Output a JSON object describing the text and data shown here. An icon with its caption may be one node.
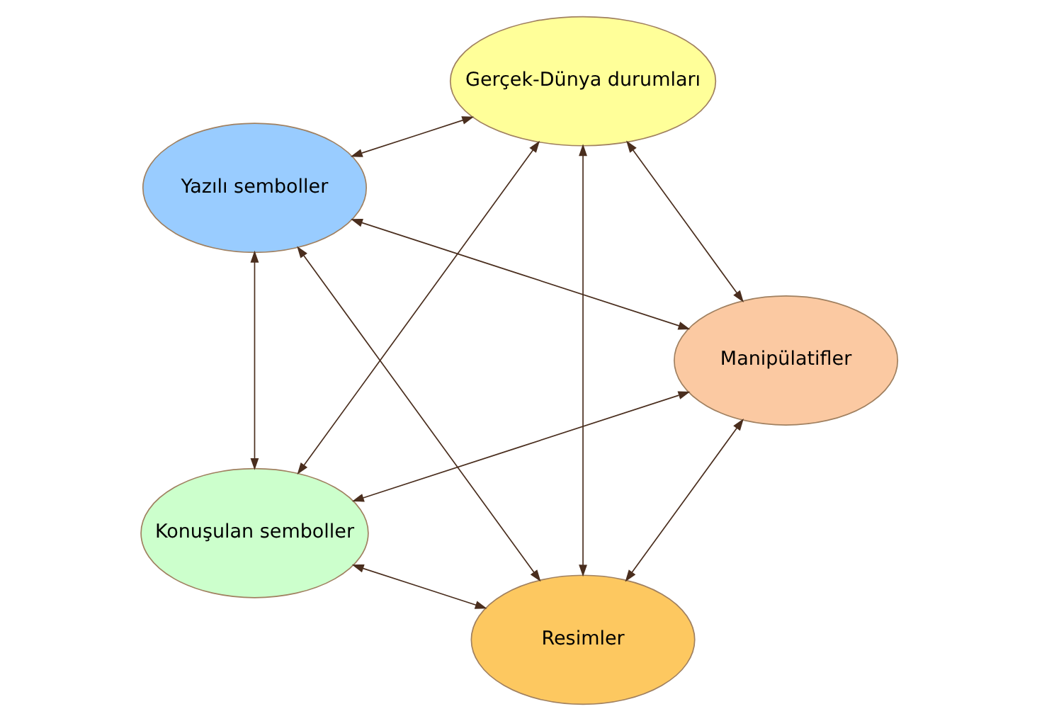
{
  "diagram": {
    "nodes": [
      {
        "text": [
          "Resimler"
        ]
      },
      {
        "text": [
          "Manipülatifler"
        ]
      },
      {
        "text": [
          "Yazılı semboller"
        ]
      },
      {
        "text": [
          "Gerçek-Dünya durumları"
        ]
      },
      {
        "text": [
          "Konuşulan semboller"
        ]
      }
    ],
    "edges": [
      {
        "from": 1,
        "to": 0,
        "arrow": "both"
      },
      {
        "from": 0,
        "to": 2,
        "arrow": "both"
      },
      {
        "from": 3,
        "to": 0,
        "arrow": "both"
      },
      {
        "from": 0,
        "to": 4,
        "arrow": "both"
      },
      {
        "from": 1,
        "to": 2,
        "arrow": "both"
      },
      {
        "from": 1,
        "to": 3,
        "arrow": "both"
      },
      {
        "from": 1,
        "to": 4,
        "arrow": "both"
      },
      {
        "from": 3,
        "to": 2,
        "arrow": "both"
      },
      {
        "from": 2,
        "to": 4,
        "arrow": "both"
      },
      {
        "from": 3,
        "to": 4,
        "arrow": "both"
      }
    ]
  }
}
